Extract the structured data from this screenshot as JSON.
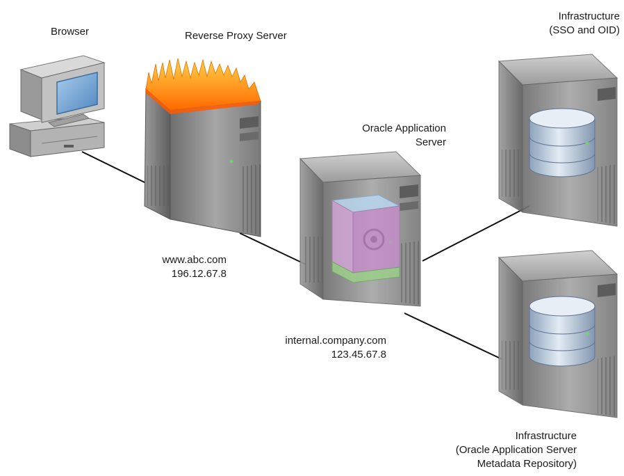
{
  "nodes": {
    "browser": {
      "label": "Browser"
    },
    "proxy": {
      "label": "Reverse Proxy Server",
      "host": "www.abc.com",
      "ip": "196.12.67.8"
    },
    "app_server": {
      "label_line1": "Oracle Application",
      "label_line2": "Server",
      "host": "internal.company.com",
      "ip": "123.45.67.8"
    },
    "infra_sso": {
      "label_line1": "Infrastructure",
      "label_line2": "(SSO and OID)"
    },
    "infra_repo": {
      "label_line1": "Infrastructure",
      "label_line2": "(Oracle Application Server",
      "label_line3": "Metadata Repository)"
    }
  },
  "colors": {
    "connector": "#111111",
    "server_body": "#8a8a8a",
    "flame": "#ff9a1a",
    "monitor_screen": "#6fa6d6",
    "database": "#b9c9dc",
    "app_cube_pink": "#c98ccf",
    "app_cube_green": "#9ccf8a"
  }
}
